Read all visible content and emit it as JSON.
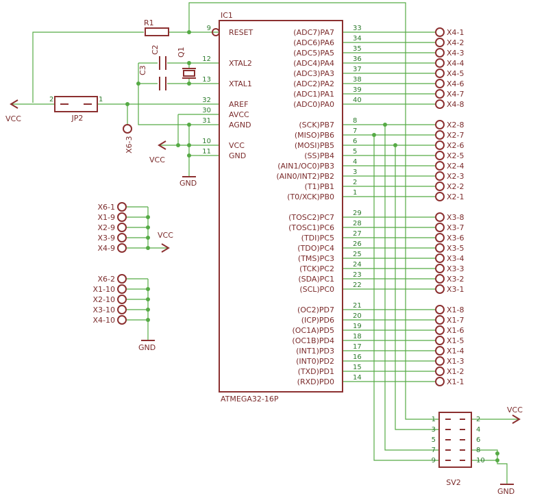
{
  "ic": {
    "ref": "IC1",
    "part": "ATMEGA32-16P",
    "left_pins": [
      {
        "name": "RESET",
        "num": "9"
      },
      {
        "name": "XTAL2",
        "num": "12"
      },
      {
        "name": "XTAL1",
        "num": "13"
      },
      {
        "name": "AREF",
        "num": "32"
      },
      {
        "name": "AVCC",
        "num": "30"
      },
      {
        "name": "AGND",
        "num": "31"
      },
      {
        "name": "VCC",
        "num": "10"
      },
      {
        "name": "GND",
        "num": "11"
      }
    ],
    "right_groups": [
      {
        "pins": [
          {
            "name": "(ADC7)PA7",
            "num": "33",
            "conn": "X4-1"
          },
          {
            "name": "(ADC6)PA6",
            "num": "34",
            "conn": "X4-2"
          },
          {
            "name": "(ADC5)PA5",
            "num": "35",
            "conn": "X4-3"
          },
          {
            "name": "(ADC4)PA4",
            "num": "36",
            "conn": "X4-4"
          },
          {
            "name": "(ADC3)PA3",
            "num": "37",
            "conn": "X4-5"
          },
          {
            "name": "(ADC2)PA2",
            "num": "38",
            "conn": "X4-6"
          },
          {
            "name": "(ADC1)PA1",
            "num": "39",
            "conn": "X4-7"
          },
          {
            "name": "(ADC0)PA0",
            "num": "40",
            "conn": "X4-8"
          }
        ]
      },
      {
        "pins": [
          {
            "name": "(SCK)PB7",
            "num": "8",
            "conn": "X2-8"
          },
          {
            "name": "(MISO)PB6",
            "num": "7",
            "conn": "X2-7"
          },
          {
            "name": "(MOSI)PB5",
            "num": "6",
            "conn": "X2-6"
          },
          {
            "name": "(SS)PB4",
            "num": "5",
            "conn": "X2-5"
          },
          {
            "name": "(AIN1/OC0)PB3",
            "num": "4",
            "conn": "X2-4"
          },
          {
            "name": "(AIN0/INT2)PB2",
            "num": "3",
            "conn": "X2-3"
          },
          {
            "name": "(T1)PB1",
            "num": "2",
            "conn": "X2-2"
          },
          {
            "name": "(T0/XCK)PB0",
            "num": "1",
            "conn": "X2-1"
          }
        ]
      },
      {
        "pins": [
          {
            "name": "(TOSC2)PC7",
            "num": "29",
            "conn": "X3-8"
          },
          {
            "name": "(TOSC1)PC6",
            "num": "28",
            "conn": "X3-7"
          },
          {
            "name": "(TDI)PC5",
            "num": "27",
            "conn": "X3-6"
          },
          {
            "name": "(TDO)PC4",
            "num": "26",
            "conn": "X3-5"
          },
          {
            "name": "(TMS)PC3",
            "num": "25",
            "conn": "X3-4"
          },
          {
            "name": "(TCK)PC2",
            "num": "24",
            "conn": "X3-3"
          },
          {
            "name": "(SDA)PC1",
            "num": "23",
            "conn": "X3-2"
          },
          {
            "name": "(SCL)PC0",
            "num": "22",
            "conn": "X3-1"
          }
        ]
      },
      {
        "pins": [
          {
            "name": "(OC2)PD7",
            "num": "21",
            "conn": "X1-8"
          },
          {
            "name": "(ICP)PD6",
            "num": "20",
            "conn": "X1-7"
          },
          {
            "name": "(OC1A)PD5",
            "num": "19",
            "conn": "X1-6"
          },
          {
            "name": "(OC1B)PD4",
            "num": "18",
            "conn": "X1-5"
          },
          {
            "name": "(INT1)PD3",
            "num": "17",
            "conn": "X1-4"
          },
          {
            "name": "(INT0)PD2",
            "num": "16",
            "conn": "X1-3"
          },
          {
            "name": "(TXD)PD1",
            "num": "15",
            "conn": "X1-2"
          },
          {
            "name": "(RXD)PD0",
            "num": "14",
            "conn": "X1-1"
          }
        ]
      }
    ]
  },
  "vcc_terms": [
    {
      "label": "X6-1"
    },
    {
      "label": "X1-9"
    },
    {
      "label": "X2-9"
    },
    {
      "label": "X3-9"
    },
    {
      "label": "X4-9"
    }
  ],
  "gnd_terms": [
    {
      "label": "X6-2"
    },
    {
      "label": "X1-10"
    },
    {
      "label": "X2-10"
    },
    {
      "label": "X3-10"
    },
    {
      "label": "X4-10"
    }
  ],
  "labels": {
    "r1": "R1",
    "c2": "C2",
    "c3": "C3",
    "q1": "Q1",
    "jp2": "JP2",
    "jp2_pin2": "2",
    "jp2_pin1": "1",
    "x63": "X6-3",
    "vcc_left": "VCC",
    "vcc_mid": "VCC",
    "vcc_terms": "VCC",
    "vcc_sv2": "VCC",
    "gnd_mid": "GND",
    "gnd_terms": "GND",
    "gnd_sv2": "GND",
    "sv2": "SV2"
  },
  "sv2_pins": [
    "1",
    "2",
    "3",
    "4",
    "5",
    "6",
    "7",
    "8",
    "9",
    "10"
  ]
}
